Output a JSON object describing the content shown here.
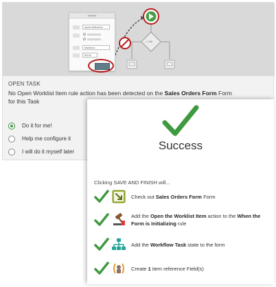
{
  "illustration": {
    "form_title": "Default",
    "field1_value": "Apollo Bidirection",
    "field2_value": "Mainteam",
    "field3_value": "$2100",
    "gateway_label": "> 100"
  },
  "open_task": {
    "label": "OPEN TASK",
    "message_pre": "No Open Worklist Item rule action has been detected on the ",
    "message_form": "Sales Orders Form",
    "message_post": " Form for this Task"
  },
  "options": [
    {
      "label": "Do it for me!",
      "selected": true
    },
    {
      "label": "Help me configure it",
      "selected": false
    },
    {
      "label": "I will do it myself later",
      "selected": false
    }
  ],
  "success": {
    "title": "Success",
    "clicking_text": "Clicking SAVE AND FINISH will...",
    "steps": [
      {
        "icon": "checkout-form-icon",
        "t1": "Check out ",
        "b1": "Sales Orders Form",
        "t2": " Form"
      },
      {
        "icon": "gavel-rule-icon",
        "t1": "Add the ",
        "b1": "Open the Worklist Item",
        "t2": " action to the ",
        "b2": "When the Form is Initializing",
        "t3": " rule"
      },
      {
        "icon": "workflow-hierarchy-icon",
        "t1": "Add the ",
        "b1": "Workflow Task",
        "t2": " state to the form"
      },
      {
        "icon": "item-reference-icon",
        "t1": "Create ",
        "b1": "1",
        "t2": " item reference Field(s)"
      }
    ]
  },
  "colors": {
    "check_green": "#3e9a3e",
    "stop_red": "#b71c1c",
    "form_dark": "#607d8b"
  }
}
